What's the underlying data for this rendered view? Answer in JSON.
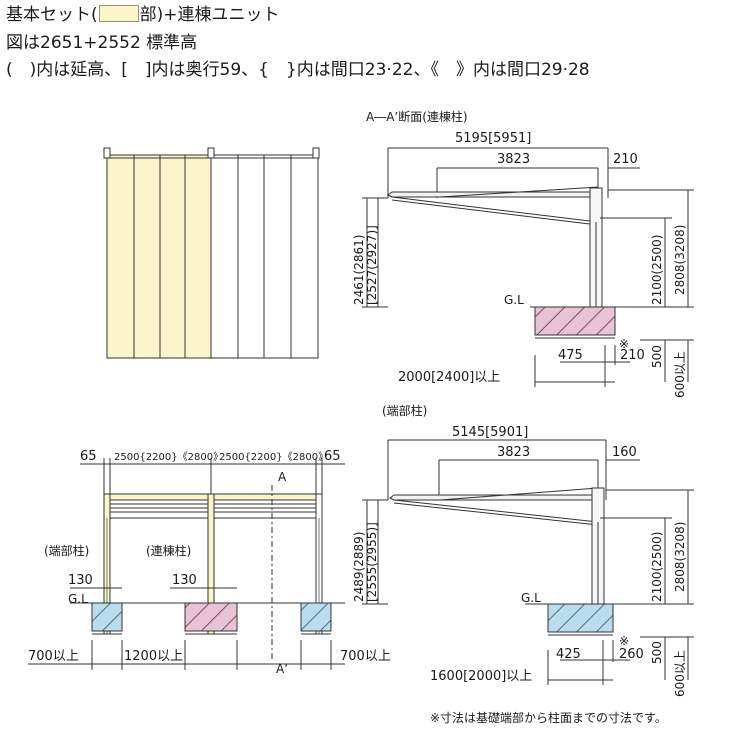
{
  "header": {
    "line1_prefix": "基本セット(",
    "line1_suffix": "部)+連棟ユニット",
    "line2": "図は2651+2552 標準高",
    "line3": "(　)内は延高、[　]内は奥行59、{　}内は間口23·22、《　》内は間口29·28"
  },
  "section_top": {
    "title": "A―A’断面(連棟柱)",
    "dim_total": "5195[5951]",
    "dim_roof": "3823",
    "dim_overhang": "210",
    "dim_height_left_1": "2461(2861)",
    "dim_height_left_2": "[2527(2927)]",
    "dim_height_right_1": "2100(2500)",
    "dim_height_right_2": "2808(3208)",
    "gl": "G.L",
    "mark": "※",
    "dim_foot_1": "475",
    "dim_foot_2": "210",
    "dim_depth_1": "500",
    "dim_depth_2": "600以上",
    "dim_base": "2000[2400]以上"
  },
  "section_bottom": {
    "title": "(端部柱)",
    "dim_total": "5145[5901]",
    "dim_roof": "3823",
    "dim_overhang": "160",
    "dim_height_left_1": "2489(2889)",
    "dim_height_left_2": "[2555(2955)]",
    "dim_height_right_1": "2100(2500)",
    "dim_height_right_2": "2808(3208)",
    "gl": "G.L",
    "mark": "※",
    "dim_foot_1": "425",
    "dim_foot_2": "260",
    "dim_depth_1": "500",
    "dim_depth_2": "600以上",
    "dim_base": "1600[2000]以上"
  },
  "front": {
    "dim_65_left": "65",
    "dim_65_right": "65",
    "dim_span_1": "2500{2200}《2800》",
    "dim_span_2": "2500{2200}《2800》",
    "label_a": "A",
    "label_a_prime": "A’",
    "label_end_post": "(端部柱)",
    "label_joint_post": "(連棟柱)",
    "dim_130_a": "130",
    "dim_130_b": "130",
    "gl": "G.L",
    "dim_700_left": "700以上",
    "dim_1200": "1200以上",
    "dim_700_right": "700以上"
  },
  "footnote": "※寸法は基礎端部から柱面までの寸法です。",
  "colors": {
    "base_unit_fill": "#fbf5cc",
    "foundation_pink": "#e8c3d6",
    "foundation_blue": "#bcdcee",
    "line": "#333333"
  }
}
